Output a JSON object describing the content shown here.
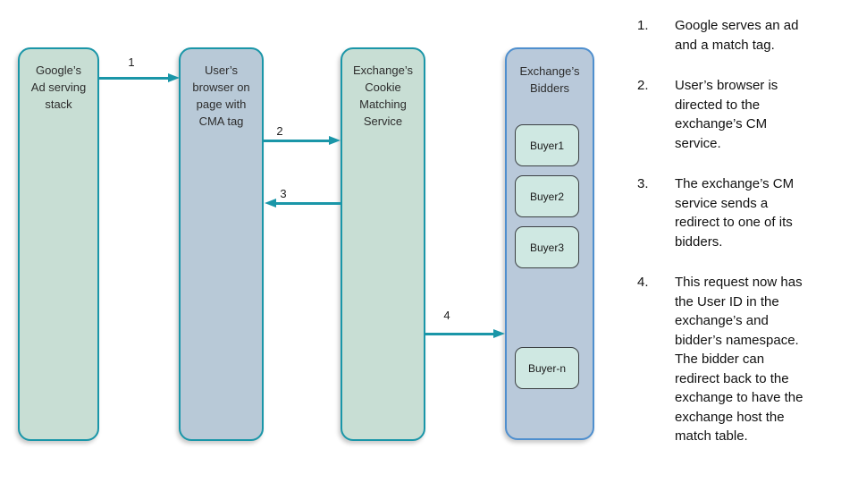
{
  "diagram": {
    "nodes": [
      {
        "label": "Google’s\nAd serving\nstack"
      },
      {
        "label": "User’s\nbrowser on\npage with\nCMA tag"
      },
      {
        "label": "Exchange’s\nCookie\nMatching\nService"
      },
      {
        "label": "Exchange’s\nBidders"
      }
    ],
    "buyers": [
      {
        "label": "Buyer1"
      },
      {
        "label": "Buyer2"
      },
      {
        "label": "Buyer3"
      },
      {
        "label": "Buyer-n"
      }
    ],
    "arrows": [
      {
        "number": "1"
      },
      {
        "number": "2"
      },
      {
        "number": "3"
      },
      {
        "number": "4"
      }
    ]
  },
  "steps": {
    "items": [
      {
        "number": "1.",
        "text": "Google serves an ad\nand a match tag."
      },
      {
        "number": "2.",
        "text": "User’s browser is\ndirected to the\nexchange’s CM\nservice."
      },
      {
        "number": "3.",
        "text": "The exchange’s CM\nservice sends a\nredirect to one of its\nbidders."
      },
      {
        "number": "4.",
        "text": "This request now has\nthe User ID in the\nexchange’s and\nbidder’s namespace.\nThe bidder can\nredirect back to the\nexchange to have the\nexchange host the\nmatch table."
      }
    ]
  },
  "colors": {
    "teal": "#1a96a8",
    "green-fill": "#c8ded4",
    "blue-fill": "#b8c9d7",
    "bidders-fill": "#b9c9da",
    "blue-border": "#4f8fce",
    "buyer-fill": "#cfe8e2",
    "buyer-border": "#3c4043",
    "diagram-text": "#2d2d2d"
  }
}
